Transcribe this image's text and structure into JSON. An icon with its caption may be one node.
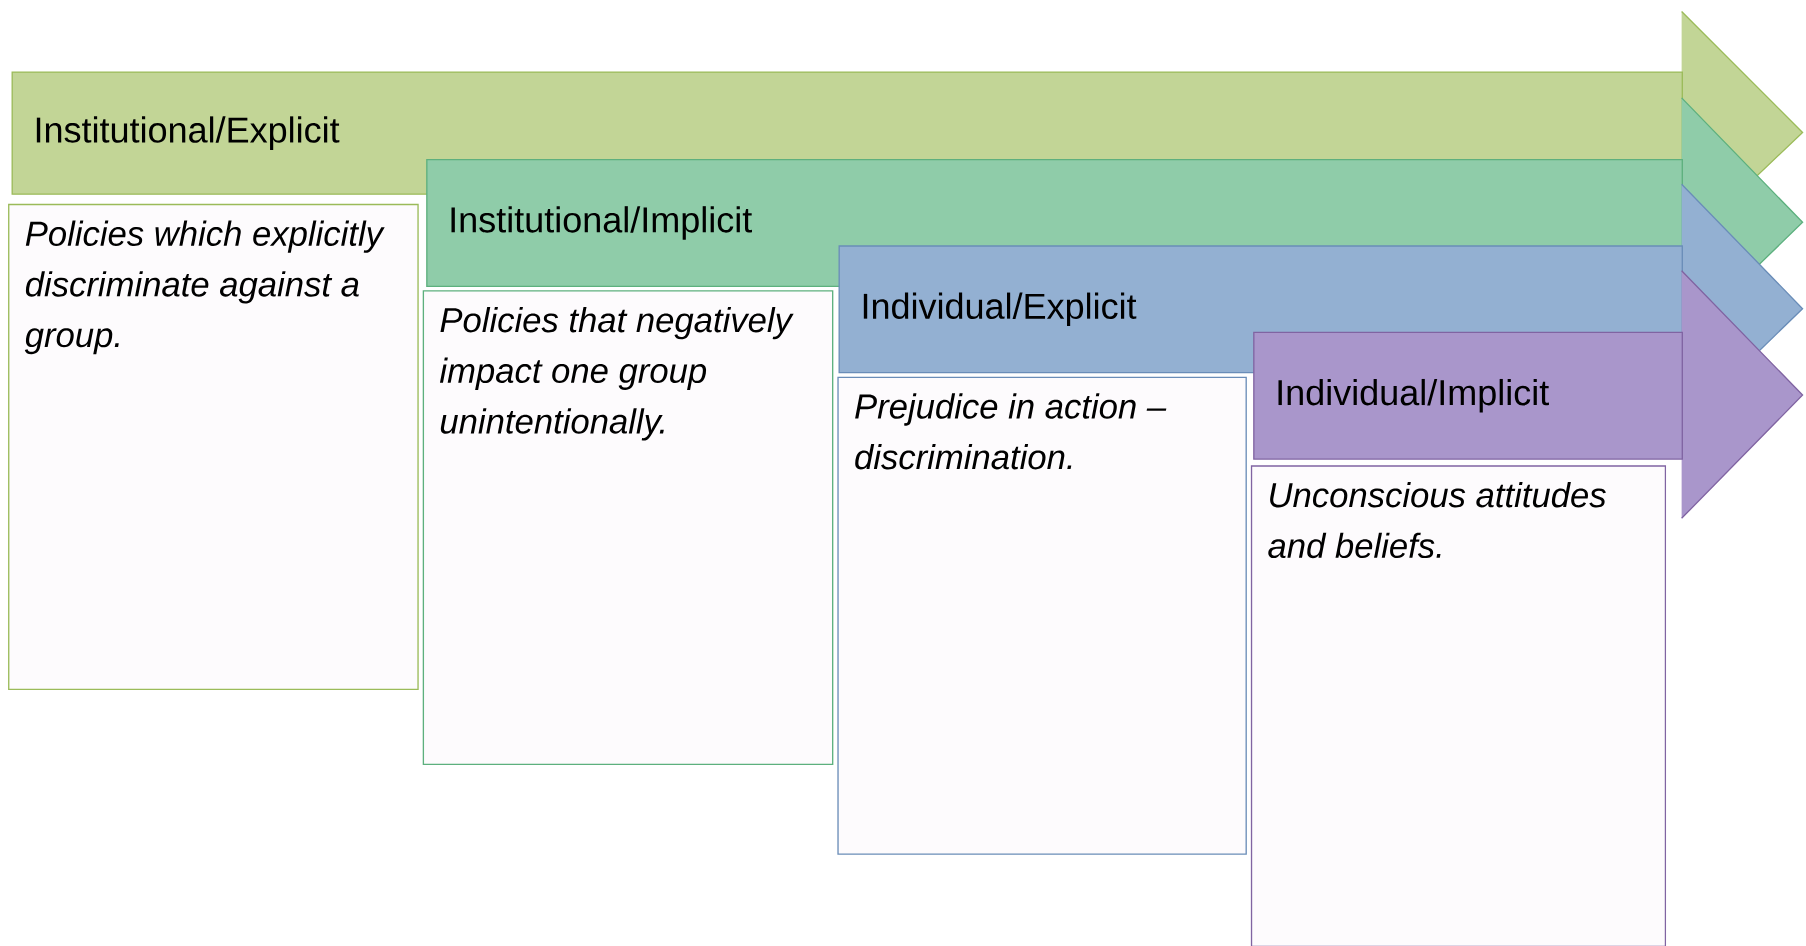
{
  "diagram": {
    "nodes": [
      {
        "text": [
          "Institutional/Explicit"
        ]
      },
      {
        "text": [
          "Policies which explicitly discriminate against a group."
        ]
      },
      {
        "text": [
          "Institutional/Implicit"
        ]
      },
      {
        "text": [
          "Policies that negatively impact one group unintentionally."
        ]
      },
      {
        "text": [
          "Individual/Explicit"
        ]
      },
      {
        "text": [
          "Prejudice in action – discrimination."
        ]
      },
      {
        "text": [
          "Individual/Implicit"
        ]
      },
      {
        "text": [
          "Unconscious attitudes and beliefs."
        ]
      }
    ]
  }
}
